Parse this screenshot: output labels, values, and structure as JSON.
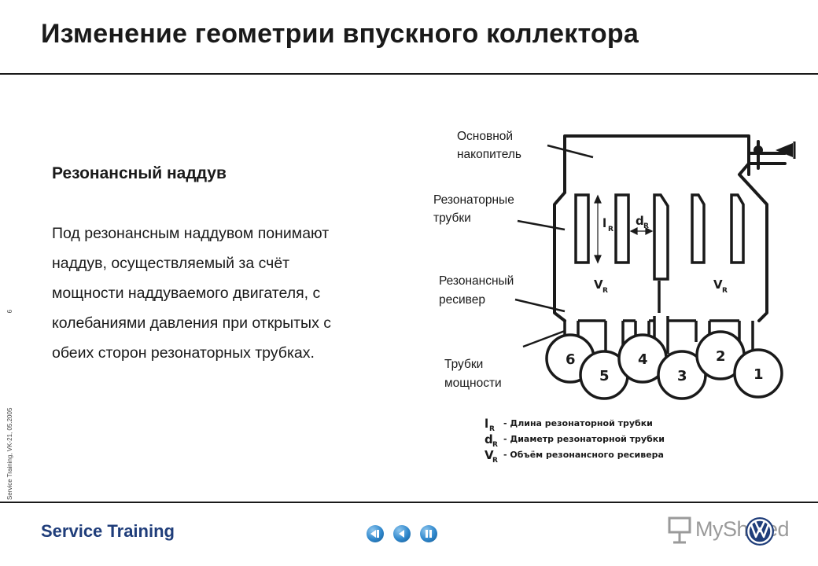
{
  "slide": {
    "title": "Изменение геометрии впускного коллектора",
    "section_heading": "Резонансный наддув",
    "body_lines": [
      "Под резонансным наддувом понимают",
      "наддув, осуществляемый за счёт",
      "мощности наддуваемого двигателя, с",
      "колебаниями давления при открытых с",
      "обеих сторон резонаторных трубках."
    ]
  },
  "diagram": {
    "labels": {
      "main_plenum": [
        "Основной",
        "накопитель"
      ],
      "resonator_tubes": [
        "Резонаторные",
        "трубки"
      ],
      "resonance_receiver": [
        "Резонансный",
        "ресивер"
      ],
      "power_tubes": [
        "Трубки",
        "мощности"
      ]
    },
    "symbols": {
      "l": "l",
      "l_sub": "R",
      "d": "d",
      "d_sub": "R",
      "v": "V",
      "v_sub": "R"
    },
    "cylinders": [
      "6",
      "5",
      "4",
      "3",
      "2",
      "1"
    ],
    "legend": [
      {
        "symbol": "l",
        "sub": "R",
        "text": "- Длина резонаторной трубки"
      },
      {
        "symbol": "d",
        "sub": "R",
        "text": "- Диаметр резонаторной трубки"
      },
      {
        "symbol": "V",
        "sub": "R",
        "text": "- Объём резонансного ресивера"
      }
    ]
  },
  "footer": {
    "brand": "Service Training",
    "vertical_text": "Service Training, VK-21, 05.2005",
    "page_number": "6",
    "watermark": "MyShared",
    "nav_buttons": [
      "first-slide",
      "previous-slide",
      "pause"
    ]
  },
  "colors": {
    "brand": "#1f3d7a",
    "nav_button": "#2f87cc",
    "watermark": "#9a9a9a"
  }
}
